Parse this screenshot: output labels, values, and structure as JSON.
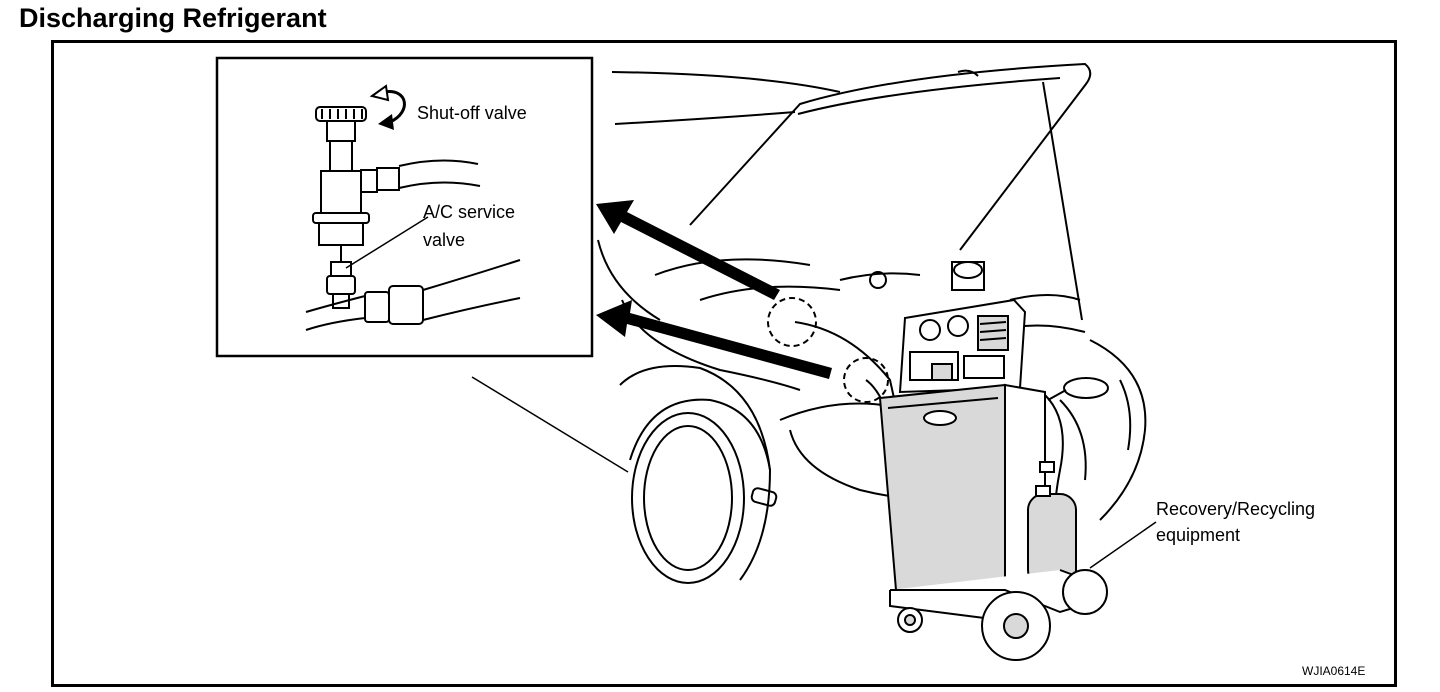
{
  "title": "Discharging Refrigerant",
  "labels": {
    "shutoff_valve": "Shut-off  valve",
    "ac_service_valve_line1": "A/C  service",
    "ac_service_valve_line2": "valve",
    "recovery_line1": "Recovery/Recycling",
    "recovery_line2": "equipment"
  },
  "figure_code": "WJIA0614E",
  "icons": [
    "rotation-arrow-icon",
    "pointer-arrow-icon"
  ],
  "colors": {
    "line": "#000000",
    "background": "#ffffff",
    "machine_shade": "#d9d9d9"
  }
}
